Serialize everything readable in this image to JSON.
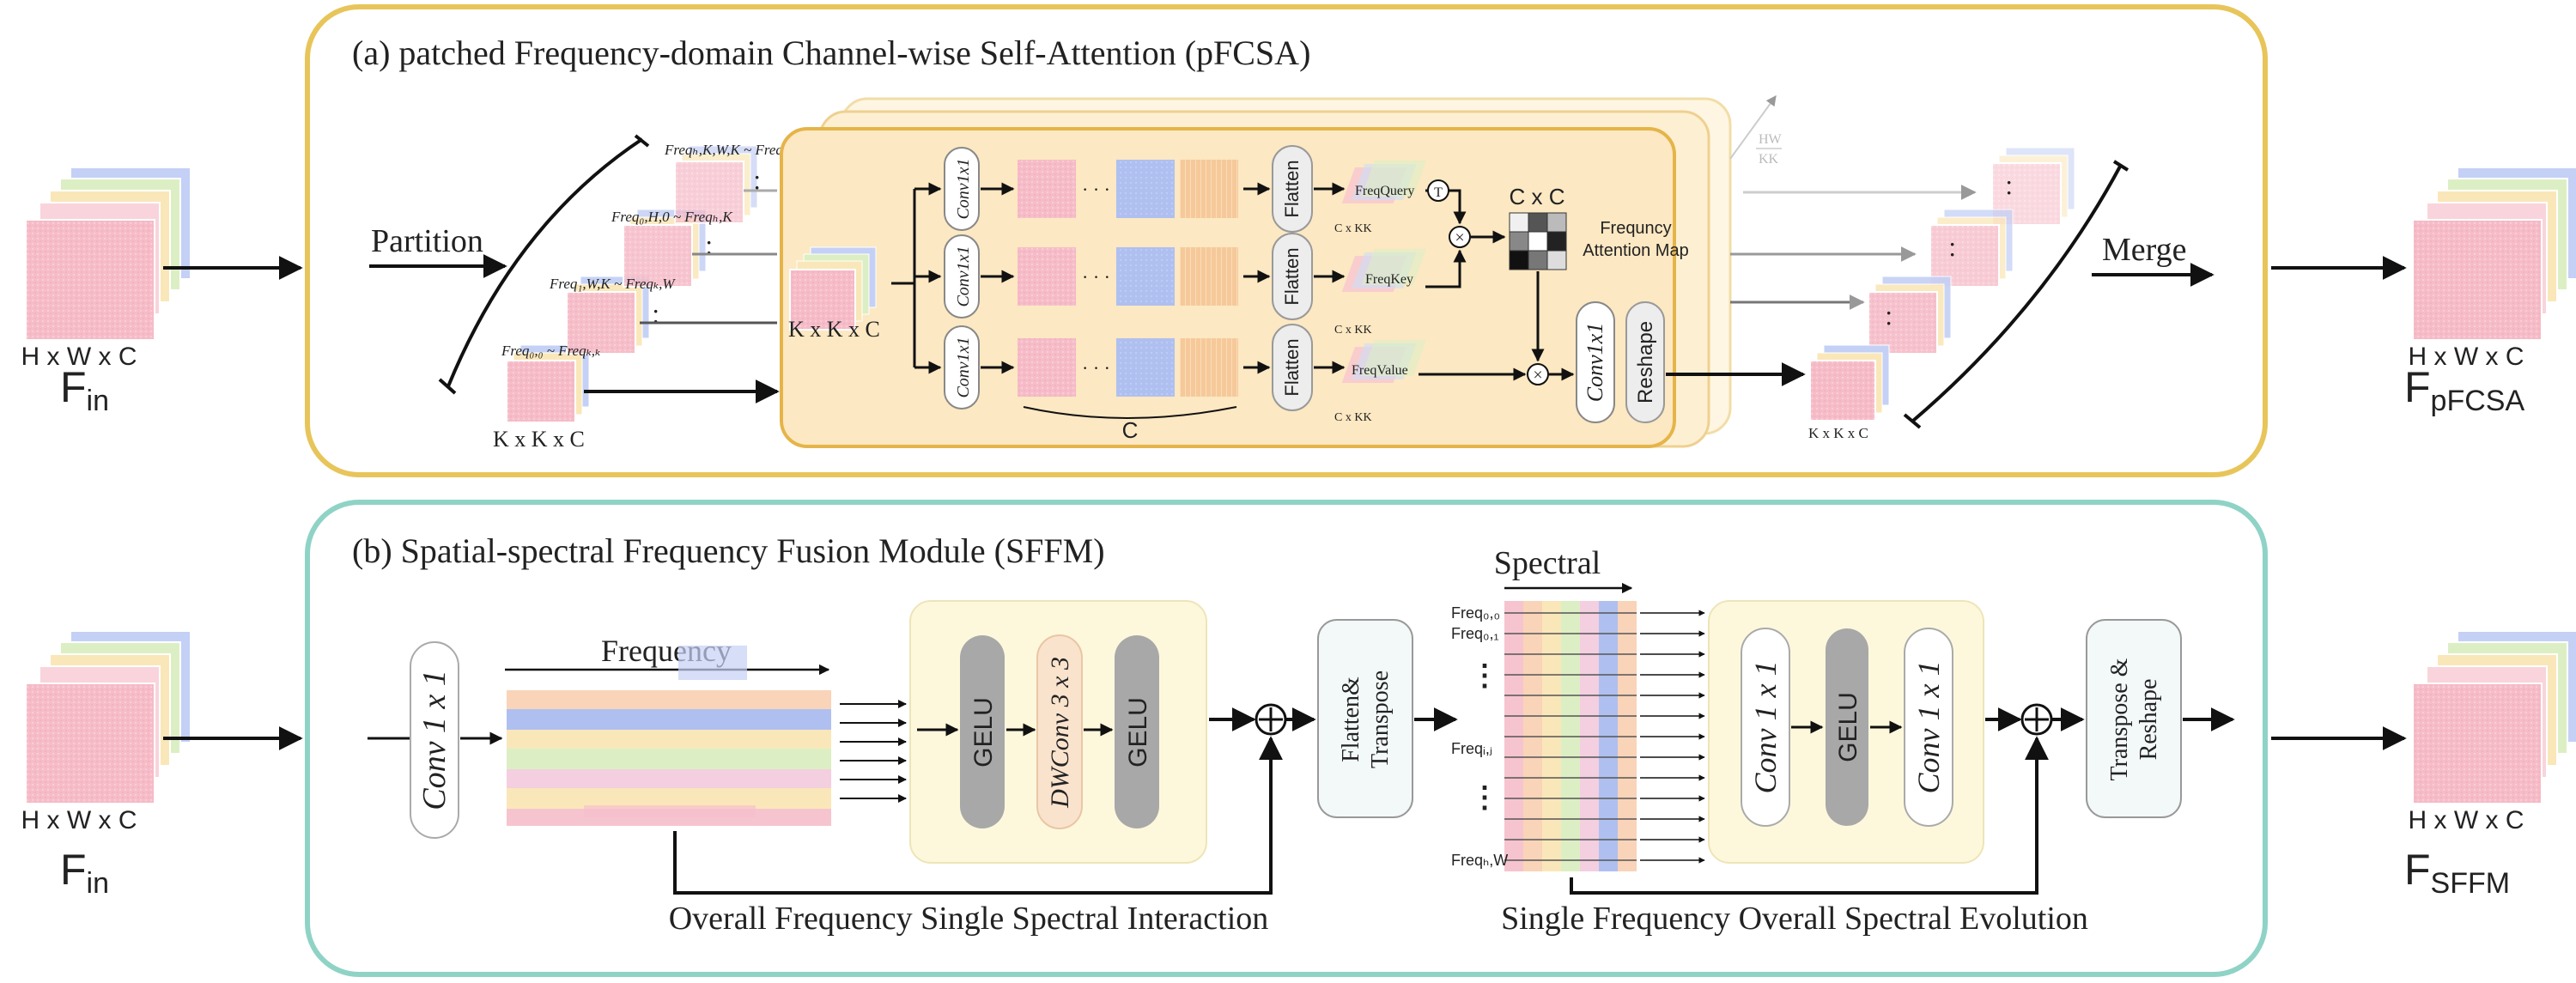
{
  "panel_a": {
    "title": "(a) patched Frequency-domain Channel-wise Self-Attention (pFCSA)",
    "partition_label": "Partition",
    "merge_label": "Merge",
    "patch_freq_labels": [
      "Freq₀,₀ ~ Freqₖ,ₖ",
      "Freq₁,W,K ~ Freqₖ,W",
      "Freq₀,H,0 ~ Freqₕ,K",
      "Freqₕ,K,W,K ~ Freqₕ,W"
    ],
    "patch_size_label": "K x K x C",
    "inner_patch_label": "K x K x C",
    "conv_label": "Conv1x1",
    "flatten_label": "Flatten",
    "freq_query": "FreqQuery",
    "freq_key": "FreqKey",
    "freq_value": "FreqValue",
    "ckk_label": "C x KK",
    "transpose_symbol": "T",
    "channel_label": "C",
    "cxc_label": "C x C",
    "attention_map_label_1": "Frequncy",
    "attention_map_label_2": "Attention Map",
    "out_conv_label": "Conv1x1",
    "reshape_label": "Reshape",
    "hw_kk_1": "HW",
    "hw_kk_2": "KK",
    "right_patch_label": "K x K x C",
    "ellipsis": "· · ·"
  },
  "panel_b": {
    "title": "(b) Spatial-spectral Frequency Fusion Module (SFFM)",
    "conv_label": "Conv 1 x 1",
    "frequency_label": "Frequency",
    "gelu_label": "GELU",
    "dwconv_label": "DWConv 3 x 3",
    "flatten_transpose_1": "Flatten&",
    "flatten_transpose_2": "Transpose",
    "spectral_label": "Spectral",
    "freq_row_labels": [
      "Freq₀,₀",
      "Freq₀,₁",
      "Freqᵢ,ⱼ",
      "Freqₕ,W"
    ],
    "conv2_label": "Conv 1 x 1",
    "conv3_label": "Conv 1 x 1",
    "transpose_reshape_1": "Transpose &",
    "transpose_reshape_2": "Reshape",
    "caption_left": "Overall Frequency Single Spectral Interaction",
    "caption_right": "Single Frequency Overall Spectral Evolution"
  },
  "io": {
    "input_dims": "H x W x C",
    "input_name": "F",
    "input_sub": "in",
    "output_dims": "H x W x C",
    "output_a_name": "F",
    "output_a_sub": "pFCSA",
    "output_b_name": "F",
    "output_b_sub": "SFFM"
  },
  "colors": {
    "panel_a_border": "#E8C55A",
    "panel_b_border": "#8FD3C6",
    "inner_block_fill": "#FCE8C2",
    "inner_block_border": "#E5B449",
    "module_fill": "#FDF8DC",
    "gelu_fill": "#A8A8A8",
    "dwconv_fill": "#FAE3CD",
    "pill_fill": "#F2F2F2"
  }
}
